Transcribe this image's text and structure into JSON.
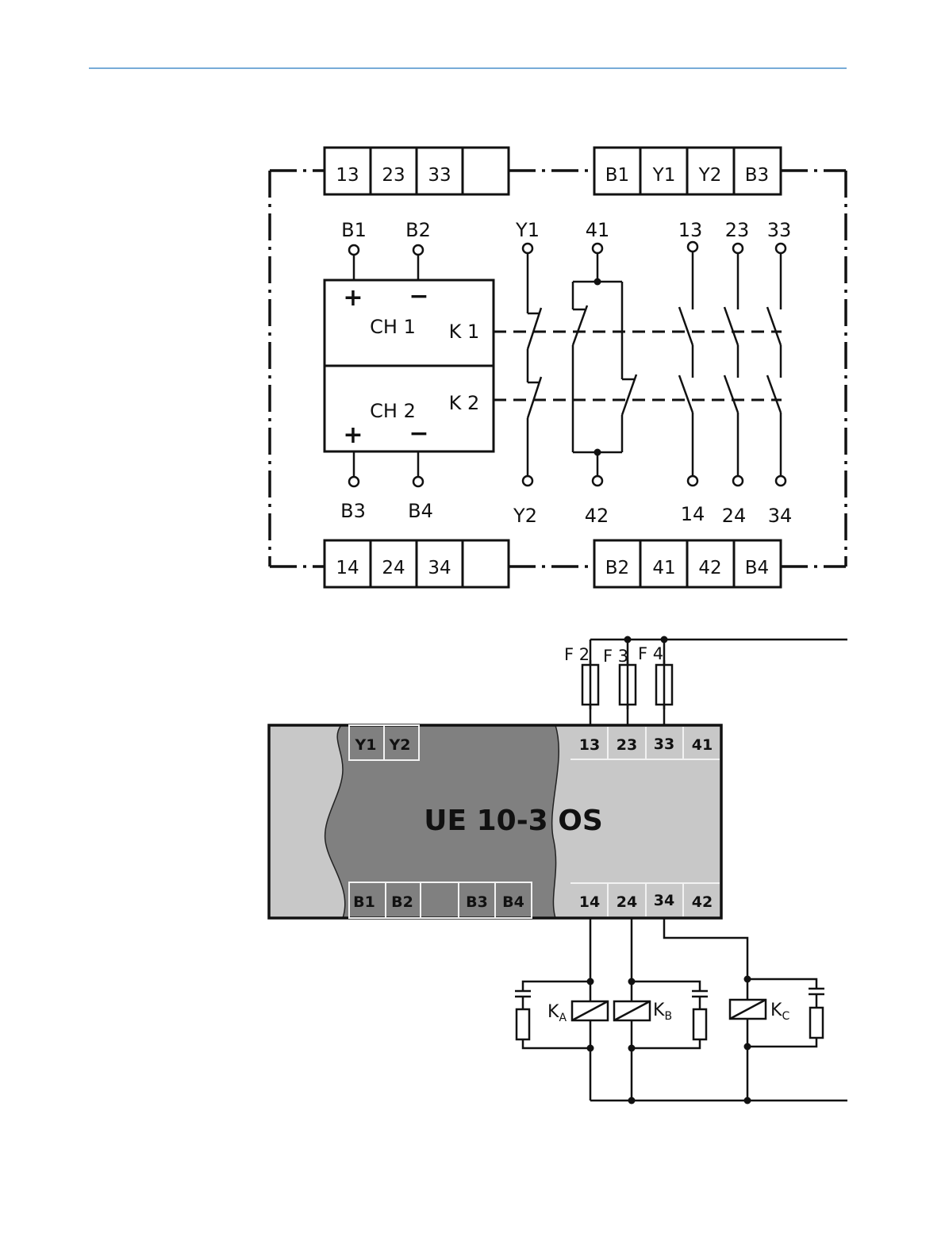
{
  "colors": {
    "header_rule": "#4a8fcb",
    "device_light": "#c8c8c8",
    "device_dark": "#808080",
    "ink": "#111111"
  },
  "top_terminals": {
    "top_left": [
      "13",
      "23",
      "33",
      ""
    ],
    "top_right": [
      "B1",
      "Y1",
      "Y2",
      "B3"
    ],
    "bottom_left": [
      "14",
      "24",
      "34",
      ""
    ],
    "bottom_right": [
      "B2",
      "41",
      "42",
      "B4"
    ]
  },
  "top_pins": {
    "b1": "B1",
    "b2": "B2",
    "y1": "Y1",
    "p41": "41",
    "p13": "13",
    "p23": "23",
    "p33": "33",
    "b3": "B3",
    "b4": "B4",
    "y2": "Y2",
    "p42": "42",
    "p14": "14",
    "p24": "24",
    "p34": "34"
  },
  "channels": {
    "ch1": {
      "name": "CH 1",
      "relay": "K 1",
      "plus": "+",
      "minus": "−"
    },
    "ch2": {
      "name": "CH 2",
      "relay": "K 2",
      "plus": "+",
      "minus": "−"
    }
  },
  "fuses": [
    "F 2",
    "F 3",
    "F 4"
  ],
  "device": {
    "title": "UE 10-3 OS",
    "top_left_terminals": [
      "Y1",
      "Y2"
    ],
    "top_right_terminals": [
      "13",
      "23",
      "33",
      "41"
    ],
    "bottom_left_terminals": [
      "B1",
      "B2",
      "",
      "B3",
      "B4"
    ],
    "bottom_right_terminals": [
      "14",
      "24",
      "34",
      "42"
    ]
  },
  "contactors": [
    {
      "main": "K",
      "sub": "A"
    },
    {
      "main": "K",
      "sub": "B"
    },
    {
      "main": "K",
      "sub": "C"
    }
  ]
}
